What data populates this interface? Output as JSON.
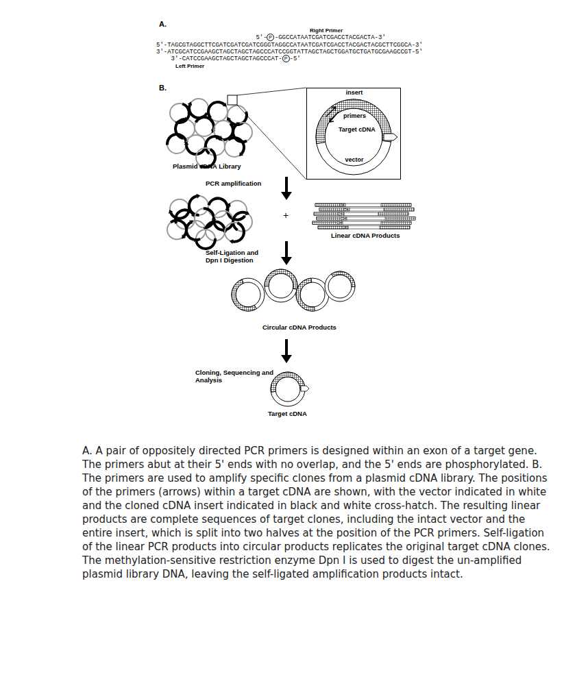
{
  "diagram": {
    "caption": "A. A pair of oppositely directed PCR primers is designed within an exon of a target gene. The primers abut at their 5' ends with no overlap, and the 5' ends are phosphorylated. B. The primers are used to amplify specific clones from a plasmid cDNA library. The positions of the primers (arrows) within a target cDNA are shown, with the vector indicated in white and the cloned cDNA insert indicated in black and white cross-hatch. The resulting linear products are complete sequences of target clones, including the intact vector and the entire insert, which is split into two halves at the position of the PCR primers. Self-ligation of the linear PCR products into circular products replicates the original target cDNA clones. The methylation-sensitive restriction enzyme Dpn I is used to digest the un-amplified plasmid library DNA, leaving the self-ligated amplification products intact.",
    "nodes": [
      {
        "text": [
          "insert",
          "primers",
          "Target cDNA",
          "vector"
        ]
      },
      {
        "text": [
          "P"
        ]
      },
      {
        "text": [
          "P"
        ]
      }
    ],
    "labels": [
      "A.",
      "Right Primer",
      "5'-",
      "-GGCCATAATCGATCGACCTACGACTA-3'",
      "5'-TAGCGTAGGCTTCGATCGATCGATCGGGTAGGCCATAATCGATCGACCTACGACTACGCTTCGGCA-3'",
      "3'-ATCGCATCCGAAGCTAGCTAGCTAGCCCATCCGGTATTAGCTAGCTGGATGCTGATGCGAAGCCGT-5'",
      "3'-CATCCGAAGCTAGCTAGCTAGCCCAT-",
      "-5'",
      "Left Primer",
      "B.",
      "Plasmid cDNA Library",
      "PCR amplification",
      "+",
      "Linear cDNA Products",
      "Self-Ligation and Dpn I Digestion",
      "Circular cDNA Products",
      "Cloning, Sequencing and Analysis",
      "Target cDNA"
    ]
  }
}
